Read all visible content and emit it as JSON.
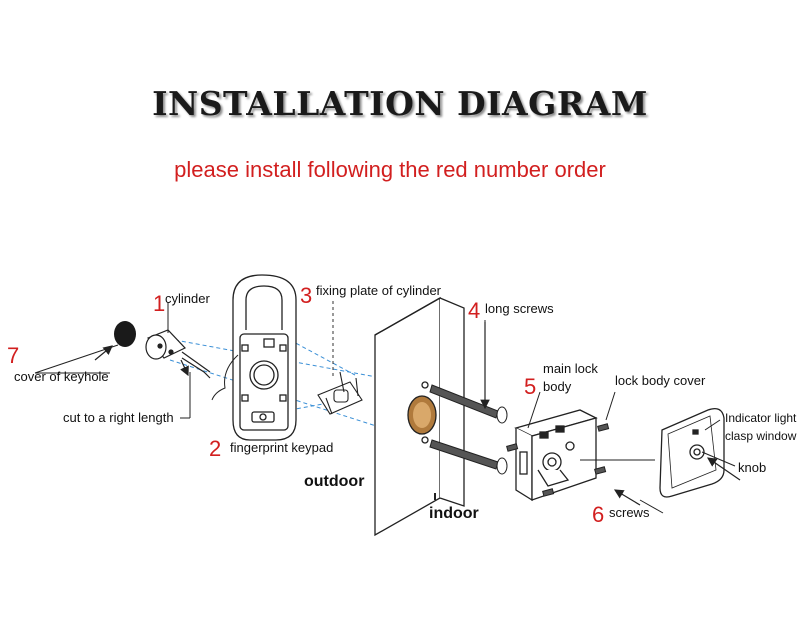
{
  "title": "INSTALLATION DIAGRAM",
  "subtitle": "please install following the red number order",
  "labels": {
    "cylinder": "cylinder",
    "fixing_plate": "fixing plate of cylinder",
    "long_screws": "long screws",
    "main_lock_line1": "main lock",
    "main_lock_line2": "body",
    "lock_body_cover": "lock body cover",
    "indicator_line1": "Indicator light",
    "indicator_line2": "clasp window",
    "knob": "knob",
    "screws": "screws",
    "fingerprint_keypad": "fingerprint keypad",
    "cover_of_keyhole": "cover of keyhole",
    "cut_to_length": "cut to a right length",
    "outdoor": "outdoor",
    "indoor": "indoor"
  },
  "steps": {
    "s1": "1",
    "s2": "2",
    "s3": "3",
    "s4": "4",
    "s5": "5",
    "s6": "6",
    "s7": "7"
  },
  "colors": {
    "step_number": "#d21f1f",
    "subtitle": "#d21f1f",
    "guide_line": "#3a8fd6",
    "door_core": "#b07a3c"
  }
}
